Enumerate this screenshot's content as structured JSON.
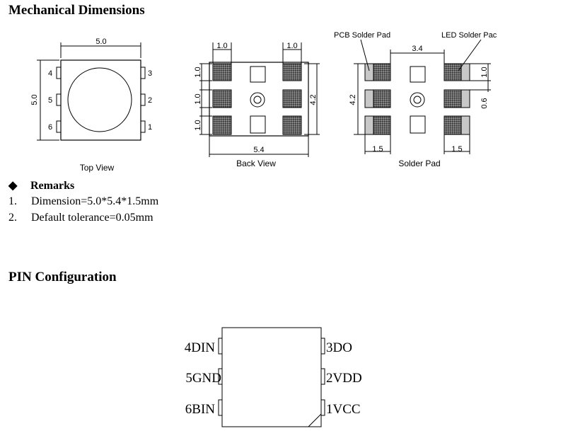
{
  "headings": {
    "mechanical": "Mechanical Dimensions",
    "pin": "PIN Configuration"
  },
  "top_view": {
    "caption": "Top View",
    "width_label": "5.0",
    "height_label": "5.0",
    "pins_left": [
      "4",
      "5",
      "6"
    ],
    "pins_right": [
      "3",
      "2",
      "1"
    ]
  },
  "back_view": {
    "caption": "Back View",
    "pad_w_left": "1.0",
    "pad_w_right": "1.0",
    "pad_h": [
      "1.0",
      "1.0",
      "1.0"
    ],
    "height_label": "4.2",
    "width_label": "5.4"
  },
  "solder_pad": {
    "caption": "Solder Pad",
    "pcb_label": "PCB Solder Pad",
    "led_label": "LED Solder Pac",
    "spacing_label": "3.4",
    "height_label": "4.2",
    "pad_h_label": "1.0",
    "gap_label": "0.6",
    "bottom_left": "1.5",
    "bottom_right": "1.5"
  },
  "remarks": {
    "title": "Remarks",
    "items": [
      {
        "num": "1.",
        "text": "Dimension=5.0*5.4*1.5mm"
      },
      {
        "num": "2.",
        "text": "Default tolerance=0.05mm"
      }
    ]
  },
  "pins": {
    "left": [
      "4DIN",
      "5GND",
      "6BIN"
    ],
    "right": [
      "3DO",
      "2VDD",
      "1VCC"
    ]
  }
}
